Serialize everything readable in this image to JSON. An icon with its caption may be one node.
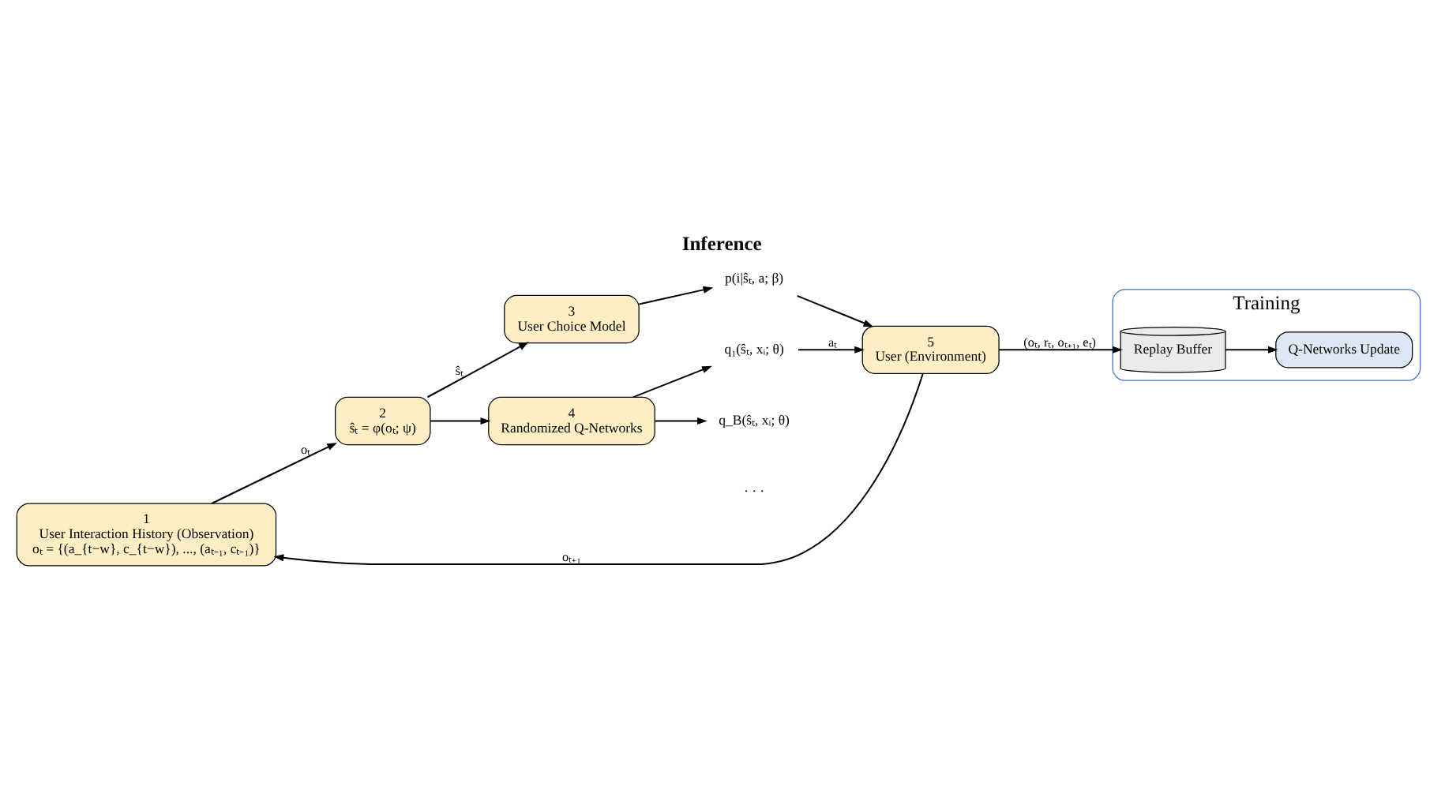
{
  "diagram": {
    "title": "Inference",
    "nodes": [
      {
        "text": [
          "1",
          "User Interaction History (Observation)",
          "oₜ = {(a_{t−w}, c_{t−w}), ..., (aₜ₋₁, cₜ₋₁)}"
        ]
      },
      {
        "text": [
          "2",
          "ŝₜ = φ(oₜ; ψ)"
        ]
      },
      {
        "text": [
          "3",
          "User Choice Model"
        ]
      },
      {
        "text": [
          "Training"
        ]
      },
      {
        "text": [
          "Replay Buffer"
        ],
        "in": 3
      },
      {
        "text": [
          "Q-Networks Update"
        ],
        "in": 3
      },
      {
        "text": [
          "4",
          "Randomized Q-Networks"
        ]
      },
      {
        "text": [
          "q₁(ŝₜ, xᵢ; θ)"
        ]
      },
      {
        "text": [
          "q_B(ŝₜ, xᵢ; θ)"
        ]
      },
      {
        "text": [
          "p(i|ŝₜ, a; β)"
        ]
      },
      {
        "text": [
          "5",
          "User (Environment)"
        ]
      }
    ],
    "edges": [
      {
        "from": 0,
        "to": 1,
        "arrow": "to",
        "label": "oₜ"
      },
      {
        "from": 1,
        "to": 2,
        "arrow": "to",
        "label": "ŝₜ"
      },
      {
        "from": 1,
        "to": 6,
        "arrow": "to"
      },
      {
        "from": 6,
        "to": 7,
        "arrow": "to"
      },
      {
        "from": 6,
        "to": 8,
        "arrow": "to"
      },
      {
        "from": 2,
        "to": 9,
        "arrow": "to"
      },
      {
        "from": 7,
        "to": 10,
        "arrow": "to",
        "label": "aₜ"
      },
      {
        "from": 9,
        "to": 10,
        "arrow": "to"
      },
      {
        "from": 10,
        "to": 0,
        "arrow": "to",
        "label": "oₜ₊₁"
      },
      {
        "from": 10,
        "to": 4,
        "arrow": "to",
        "label": "(oₜ, rₜ, oₜ₊₁, eₜ)"
      },
      {
        "from": 4,
        "to": 5,
        "arrow": "to"
      }
    ],
    "labels": [
      "· · ·"
    ]
  }
}
